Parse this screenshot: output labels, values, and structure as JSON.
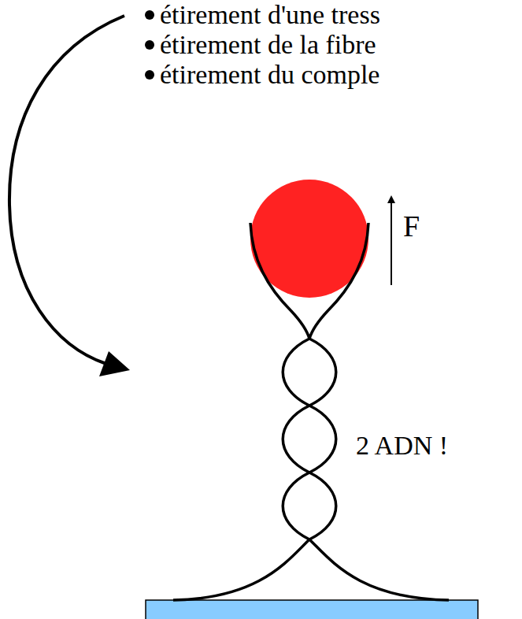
{
  "diagram": {
    "labels": [
      "étirement d'une tress",
      "étirement de la fibre",
      "étirement du comple",
      "F",
      "2 ADN !"
    ]
  }
}
